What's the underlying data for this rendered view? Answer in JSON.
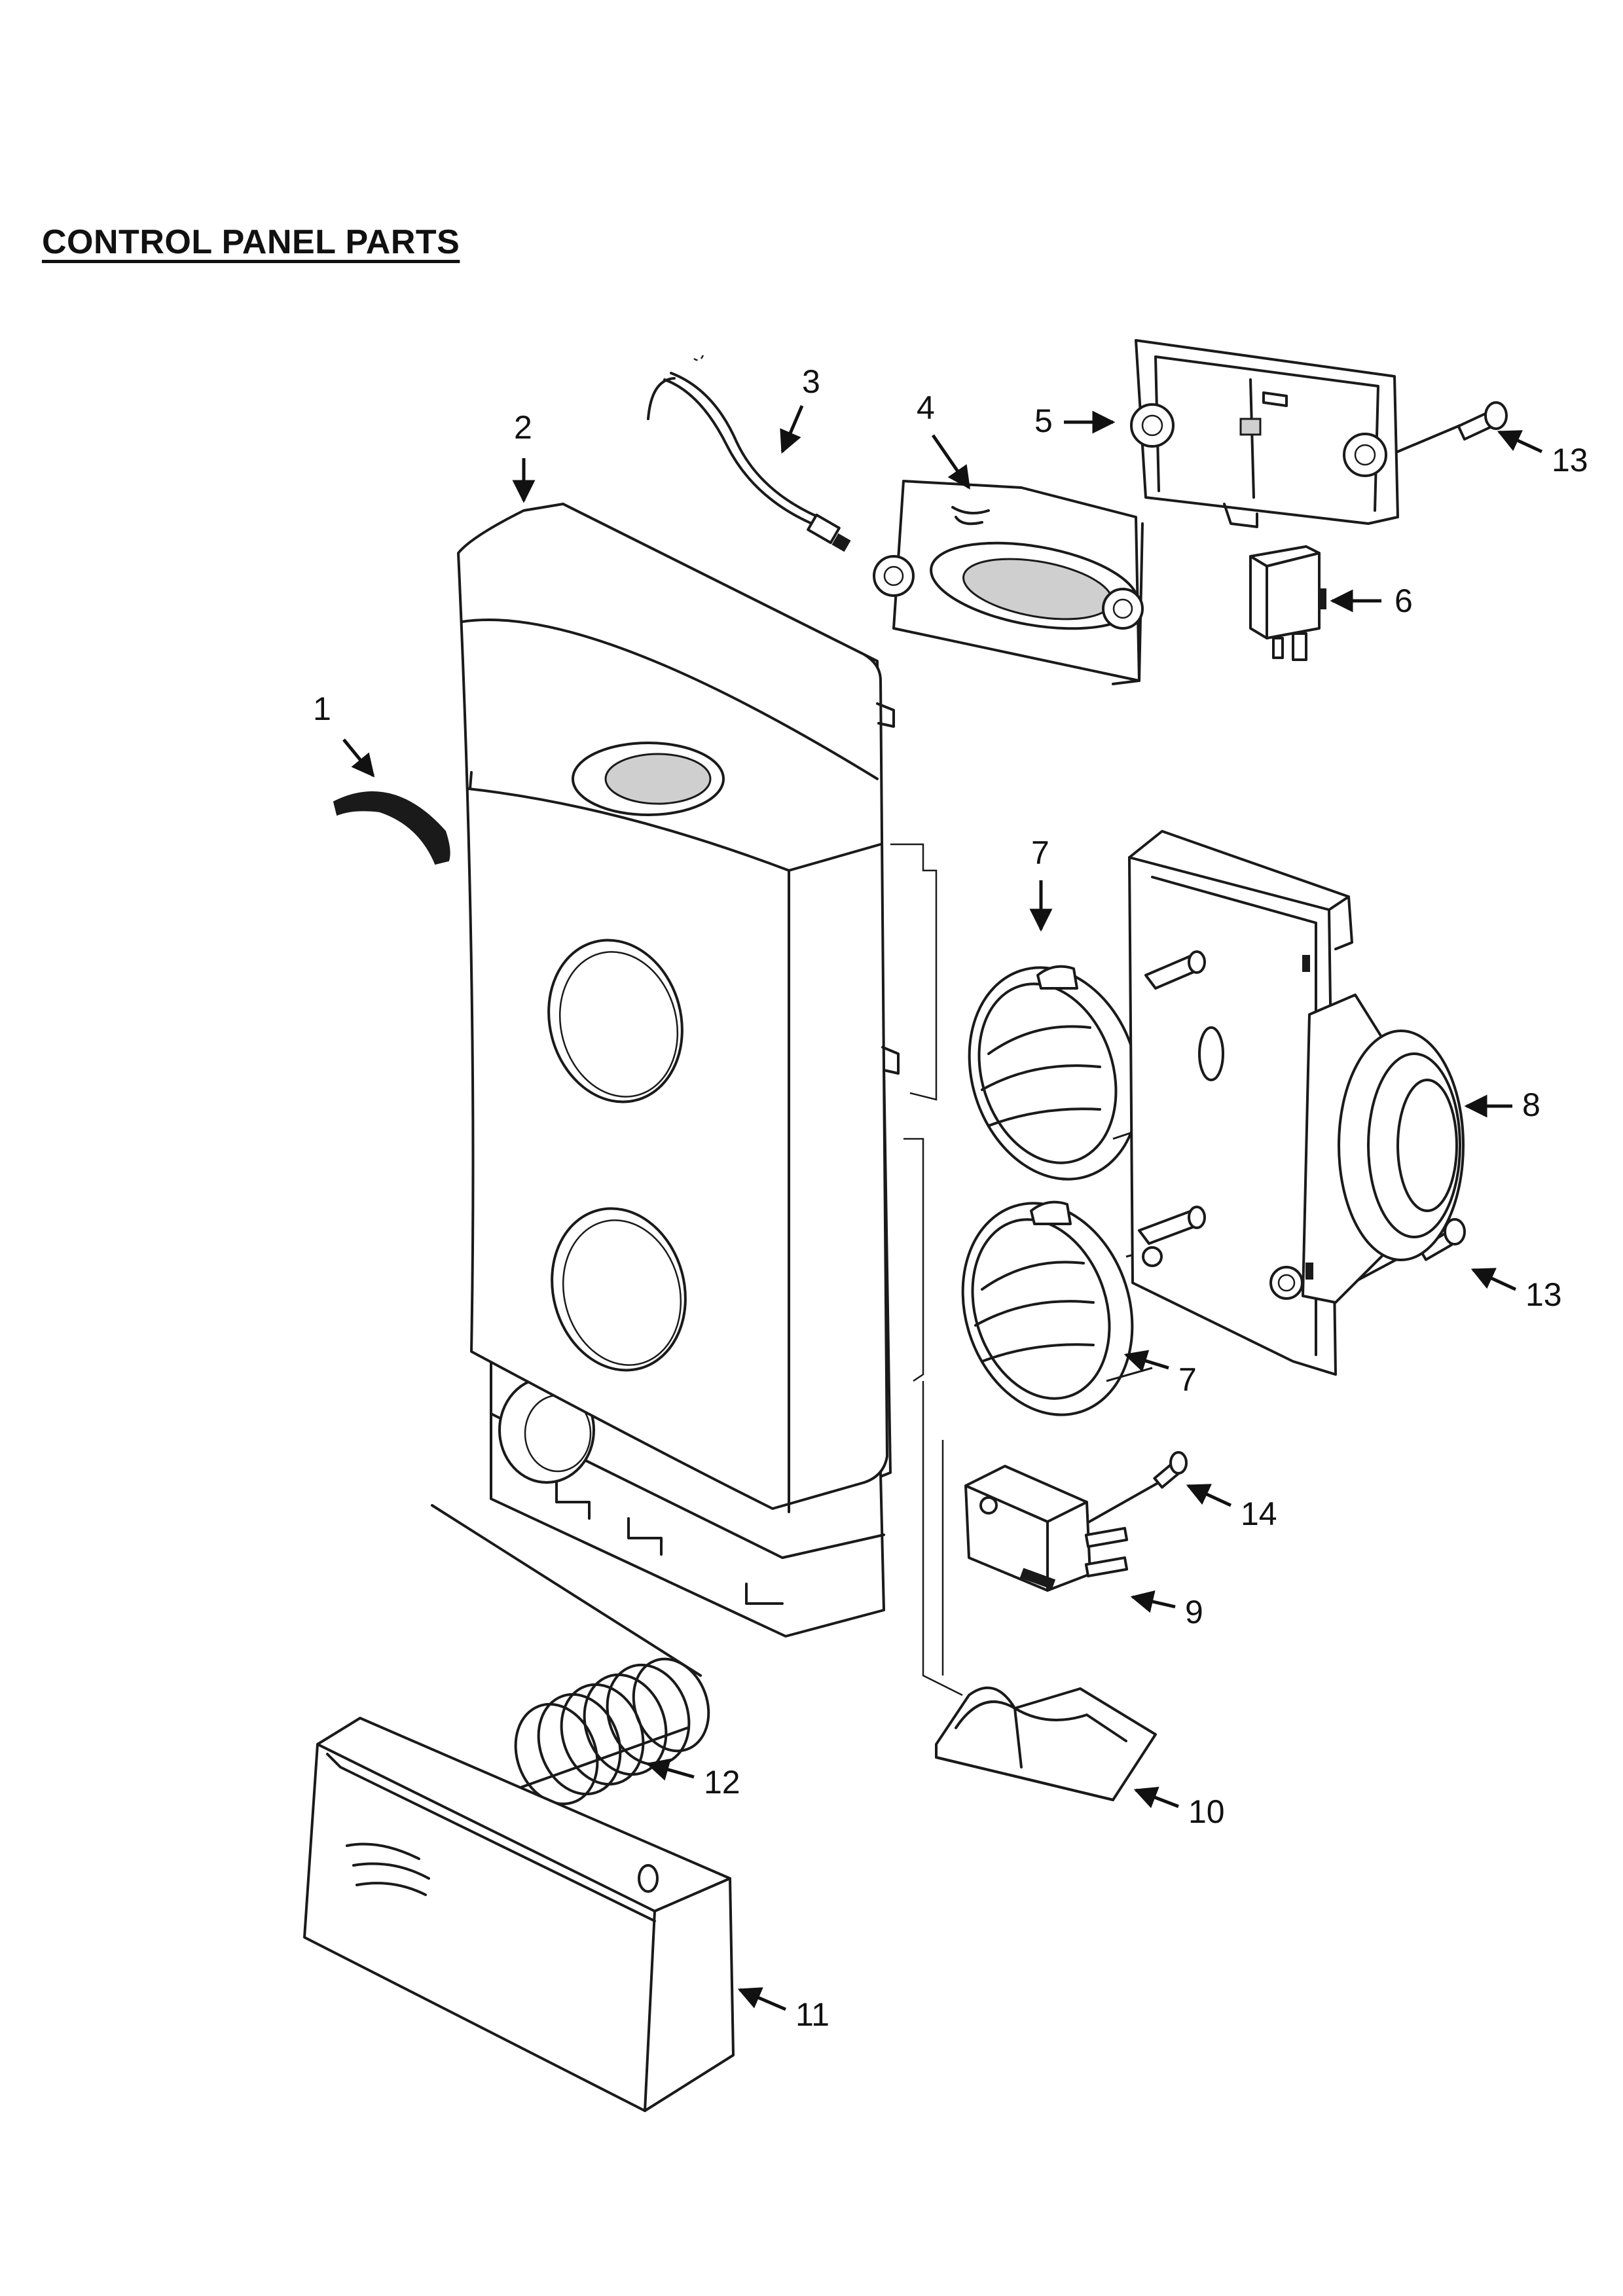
{
  "title": "CONTROL PANEL PARTS",
  "callouts": [
    "1",
    "2",
    "3",
    "4",
    "5",
    "6",
    "7",
    "8",
    "9",
    "10",
    "11",
    "12",
    "13",
    "14"
  ]
}
